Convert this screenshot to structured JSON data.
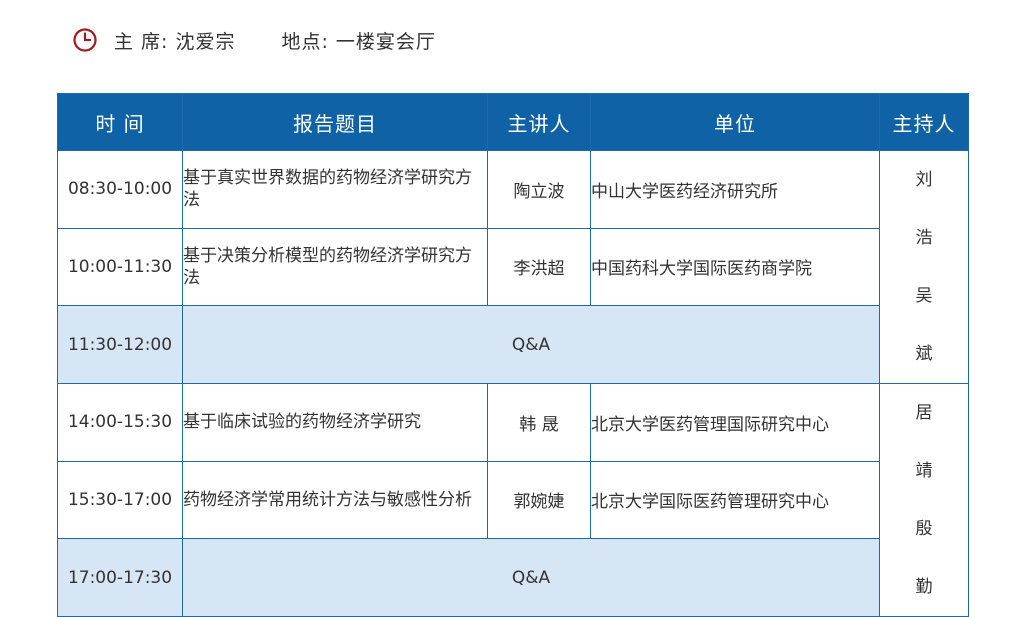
{
  "header": {
    "chair": "主 席: 沈爱宗",
    "location": "地点: 一楼宴会厅",
    "clock_icon": "clock-icon",
    "accent_color": "#9e1c22"
  },
  "table": {
    "header_color": "#0f62a6",
    "qa_row_color": "#d7e6f4",
    "columns": [
      "时 间",
      "报告题目",
      "主讲人",
      "单位",
      "主持人"
    ],
    "sessions": [
      {
        "rows": [
          {
            "time": "08:30-10:00",
            "topic": "基于真实世界数据的药物经济学研究方法",
            "speaker": "陶立波",
            "unit": "中山大学医药经济研究所"
          },
          {
            "time": "10:00-11:30",
            "topic": "基于决策分析模型的药物经济学研究方法",
            "speaker": "李洪超",
            "unit": "中国药科大学国际医药商学院"
          },
          {
            "time": "11:30-12:00",
            "qa": "Q&A"
          }
        ],
        "hosts": [
          "刘浩",
          "吴斌"
        ]
      },
      {
        "rows": [
          {
            "time": "14:00-15:30",
            "topic": "基于临床试验的药物经济学研究",
            "speaker": "韩 晟",
            "unit": "北京大学医药管理国际研究中心"
          },
          {
            "time": "15:30-17:00",
            "topic": "药物经济学常用统计方法与敏感性分析",
            "speaker": "郭婉婕",
            "unit": "北京大学国际医药管理研究中心"
          },
          {
            "time": "17:00-17:30",
            "qa": "Q&A"
          }
        ],
        "hosts": [
          "居靖",
          "殷勤"
        ]
      }
    ]
  }
}
